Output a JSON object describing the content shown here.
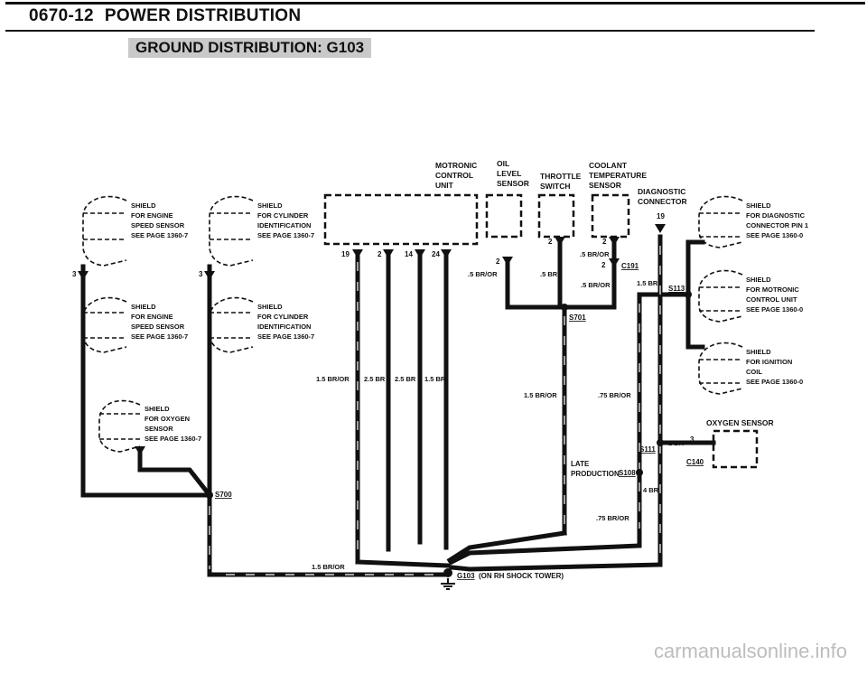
{
  "header": {
    "page_number": "0670-12",
    "section": "POWER DISTRIBUTION",
    "subtitle": "GROUND DISTRIBUTION: G103"
  },
  "components": {
    "motronic": [
      "MOTRONIC",
      "CONTROL",
      "UNIT"
    ],
    "oil": [
      "OIL",
      "LEVEL",
      "SENSOR"
    ],
    "throttle": [
      "THROTTLE",
      "SWITCH"
    ],
    "coolant": [
      "COOLANT",
      "TEMPERATURE",
      "SENSOR"
    ],
    "diag": [
      "DIAGNOSTIC",
      "CONNECTOR"
    ],
    "oxygen": "OXYGEN SENSOR"
  },
  "shields": {
    "speed_top": [
      "SHIELD",
      "FOR ENGINE",
      "SPEED SENSOR",
      "SEE PAGE 1360-7"
    ],
    "cyl_top": [
      "SHIELD",
      "FOR CYLINDER",
      "IDENTIFICATION",
      "SEE PAGE 1360-7"
    ],
    "speed_bottom": [
      "SHIELD",
      "FOR ENGINE",
      "SPEED SENSOR",
      "SEE PAGE 1360-7"
    ],
    "cyl_bottom": [
      "SHIELD",
      "FOR CYLINDER",
      "IDENTIFICATION",
      "SEE PAGE 1360-7"
    ],
    "oxygen": [
      "SHIELD",
      "FOR OXYGEN",
      "SENSOR",
      "SEE PAGE 1360-7"
    ],
    "diag": [
      "SHIELD",
      "FOR DIAGNOSTIC",
      "CONNECTOR PIN 1",
      "SEE PAGE 1360-0"
    ],
    "motronic": [
      "SHIELD",
      "FOR MOTRONIC",
      "CONTROL UNIT",
      "SEE PAGE 1360-0"
    ],
    "ignition": [
      "SHIELD",
      "FOR IGNITION",
      "COIL",
      "SEE PAGE 1360-0"
    ]
  },
  "pins": {
    "p19": "19",
    "p2": "2",
    "p14": "14",
    "p24": "24",
    "oil2": "2",
    "thr2": "2",
    "cool2": "2",
    "c191pin": "2",
    "diag19": "19",
    "spd3": "3",
    "cyl3": "3",
    "oxy3": "3"
  },
  "wires": {
    "w1": "1.5 BR/OR",
    "w2": "2.5 BR",
    "w3": "2.5 BR",
    "w4": "1.5 BR",
    "oil": ".5 BR/OR",
    "thr": ".5 BR",
    "cool": ".5 BR/OR",
    "c191out": ".5 BR/OR",
    "s113": "1.5 BR",
    "s701out": "1.5 BR/OR",
    "s113out": ".75 BR/OR",
    "oxy": "1 BR",
    "s108out": "4 BR",
    "s108low": ".75 BR/OR",
    "s700out": "1.5 BR/OR"
  },
  "splices": {
    "s113": "S113",
    "s701": "S701",
    "s700": "S700",
    "s111": "S111",
    "s108": "S108",
    "c191": "C191",
    "c140": "C140"
  },
  "late_production": [
    "LATE",
    "PRODUCTION"
  ],
  "ground": {
    "id": "G103",
    "note": "(ON RH SHOCK TOWER)"
  },
  "watermark": "carmanualsonline.info"
}
